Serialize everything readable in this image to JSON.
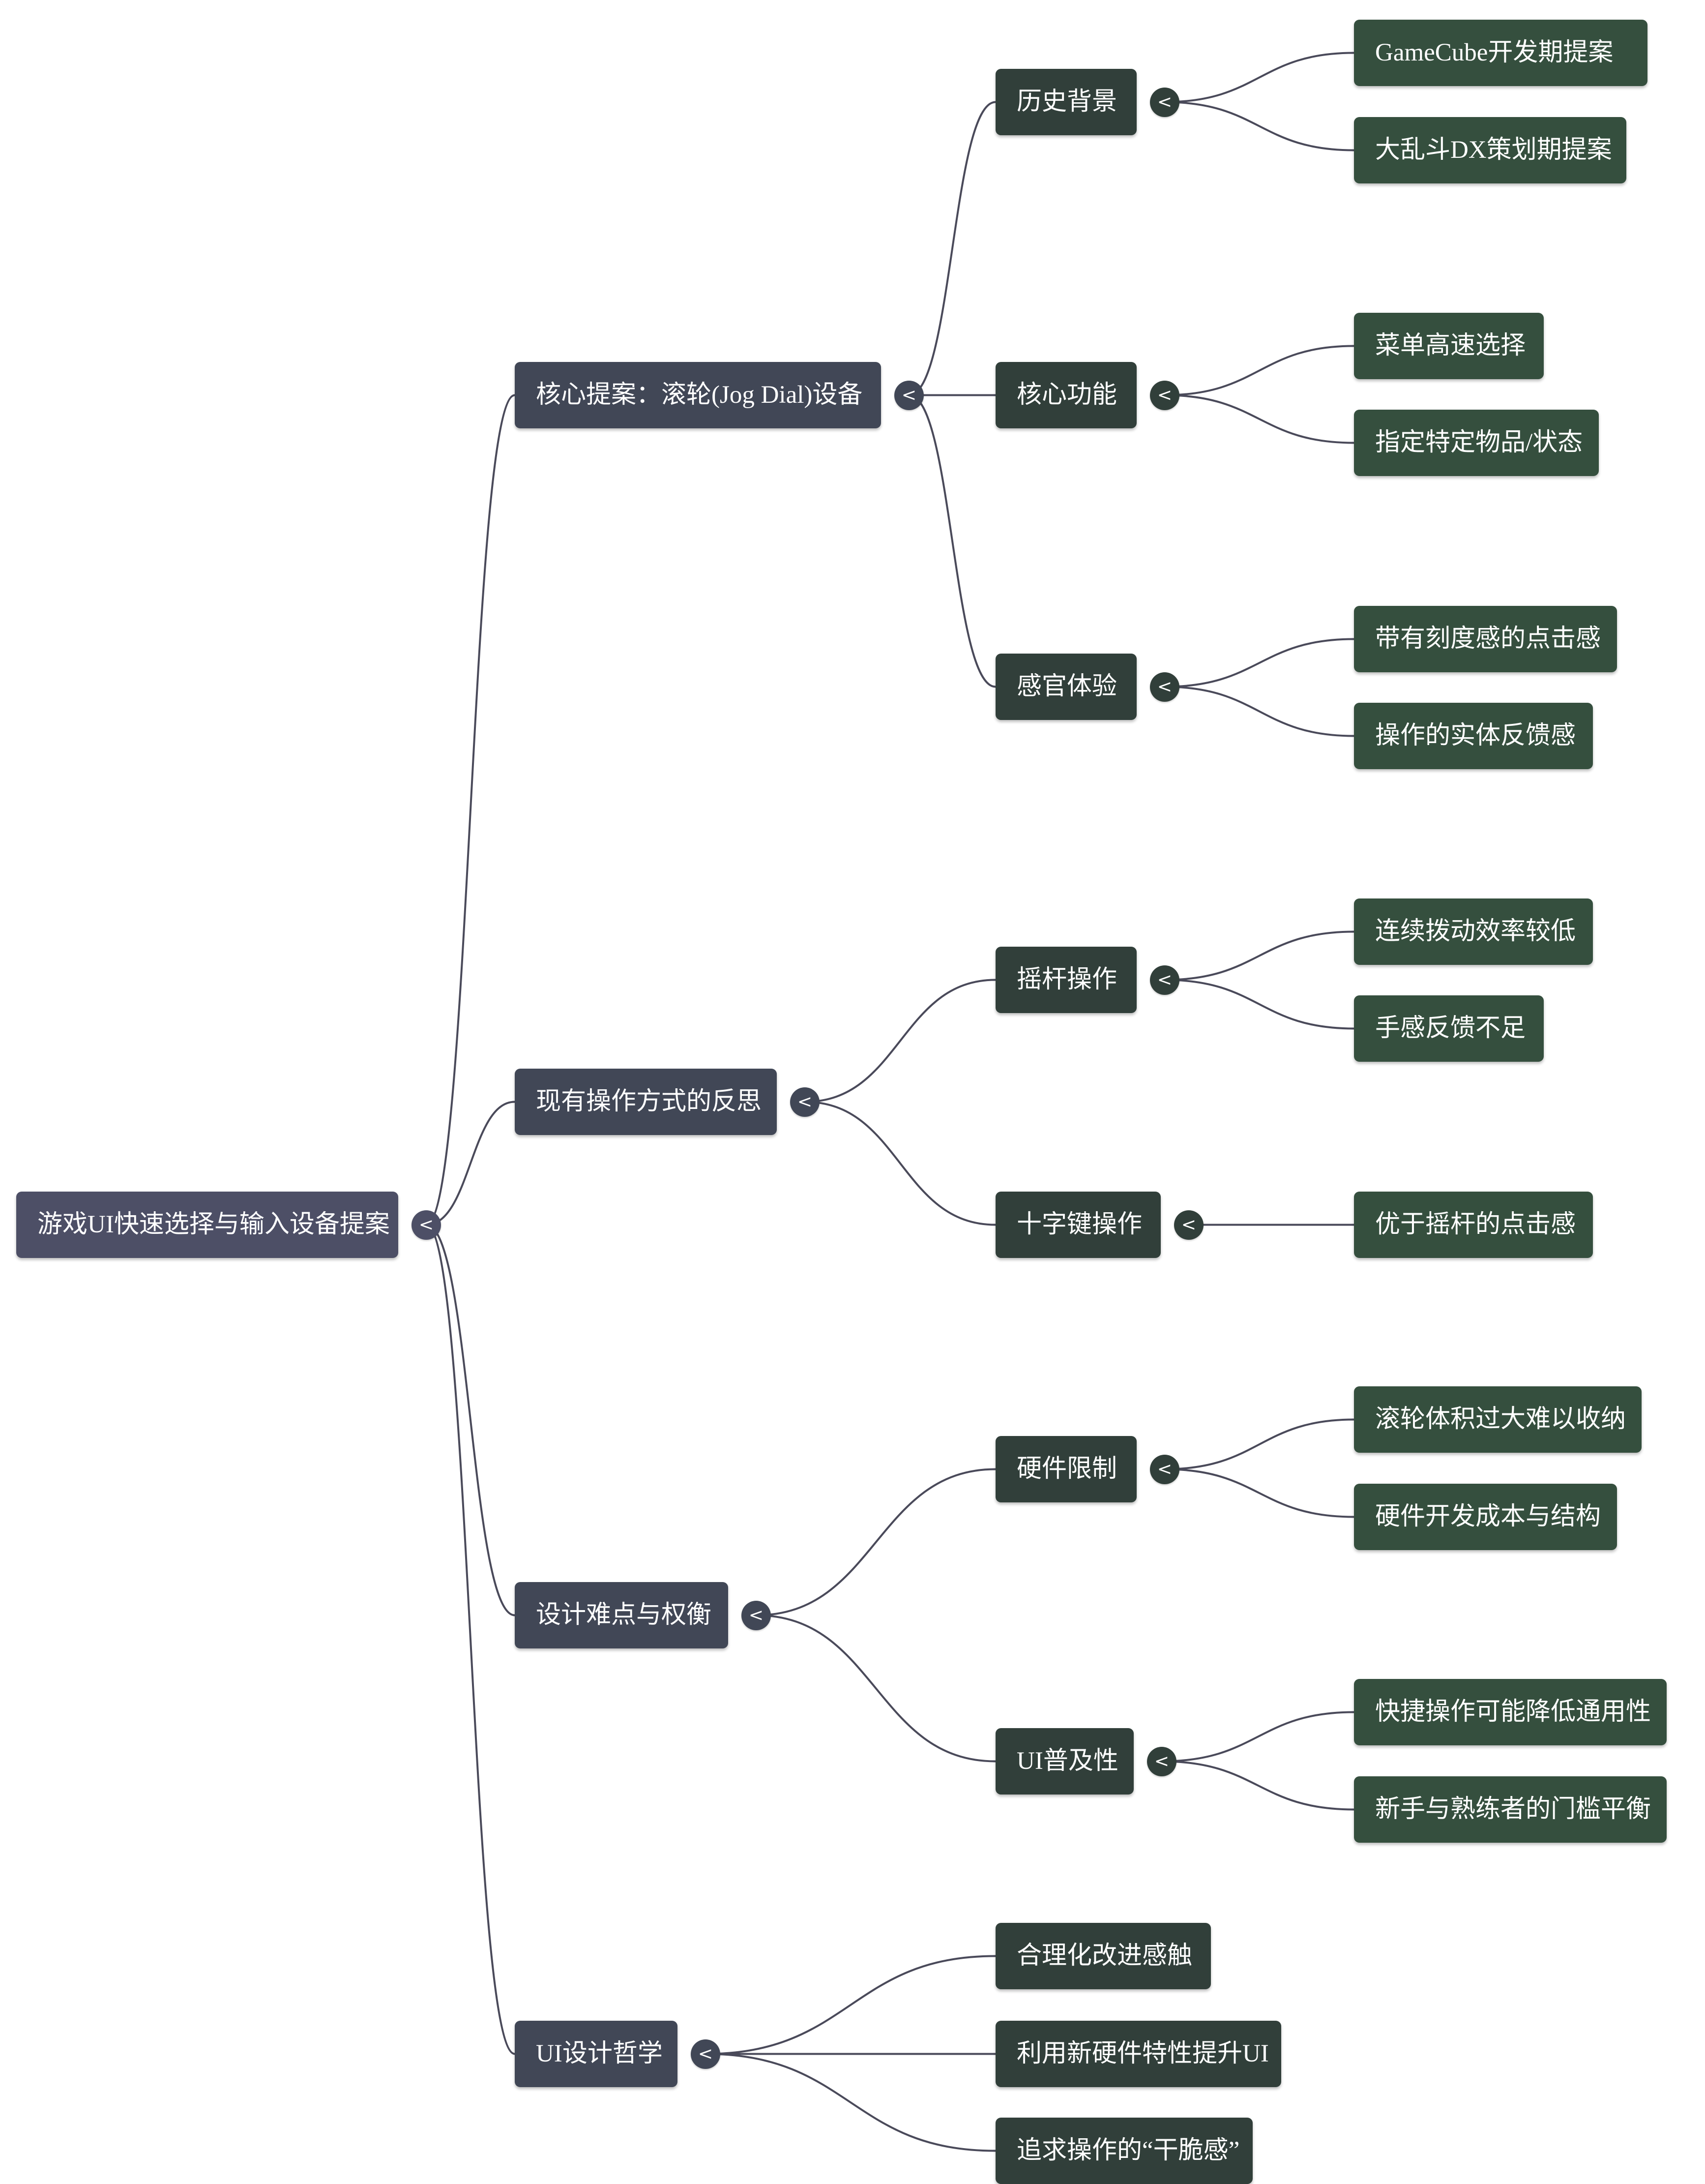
{
  "mindmap": {
    "root": {
      "label": "游戏UI快速选择与输入设备提案",
      "toggle": "<"
    },
    "branches": [
      {
        "label": "核心提案：滚轮(Jog Dial)设备",
        "toggle": "<",
        "children": [
          {
            "label": "历史背景",
            "toggle": "<",
            "leaves": [
              "GameCube开发期提案",
              "大乱斗DX策划期提案"
            ]
          },
          {
            "label": "核心功能",
            "toggle": "<",
            "leaves": [
              "菜单高速选择",
              "指定特定物品/状态"
            ]
          },
          {
            "label": "感官体验",
            "toggle": "<",
            "leaves": [
              "带有刻度感的点击感",
              "操作的实体反馈感"
            ]
          }
        ]
      },
      {
        "label": "现有操作方式的反思",
        "toggle": "<",
        "children": [
          {
            "label": "摇杆操作",
            "toggle": "<",
            "leaves": [
              "连续拨动效率较低",
              "手感反馈不足"
            ]
          },
          {
            "label": "十字键操作",
            "toggle": "<",
            "leaves": [
              "优于摇杆的点击感"
            ]
          }
        ]
      },
      {
        "label": "设计难点与权衡",
        "toggle": "<",
        "children": [
          {
            "label": "硬件限制",
            "toggle": "<",
            "leaves": [
              "滚轮体积过大难以收纳",
              "硬件开发成本与结构"
            ]
          },
          {
            "label": "UI普及性",
            "toggle": "<",
            "leaves": [
              "快捷操作可能降低通用性",
              "新手与熟练者的门槛平衡"
            ]
          }
        ]
      },
      {
        "label": "UI设计哲学",
        "toggle": "<",
        "children": [
          {
            "label": "合理化改进感触"
          },
          {
            "label": "利用新硬件特性提升UI"
          },
          {
            "label": "追求操作的“干脆感”"
          }
        ]
      }
    ]
  },
  "colors": {
    "root": "#4d4f66",
    "level1": "#414756",
    "level2": "#313f3a",
    "level3": "#354f3e",
    "link": "#4a4a5a"
  }
}
